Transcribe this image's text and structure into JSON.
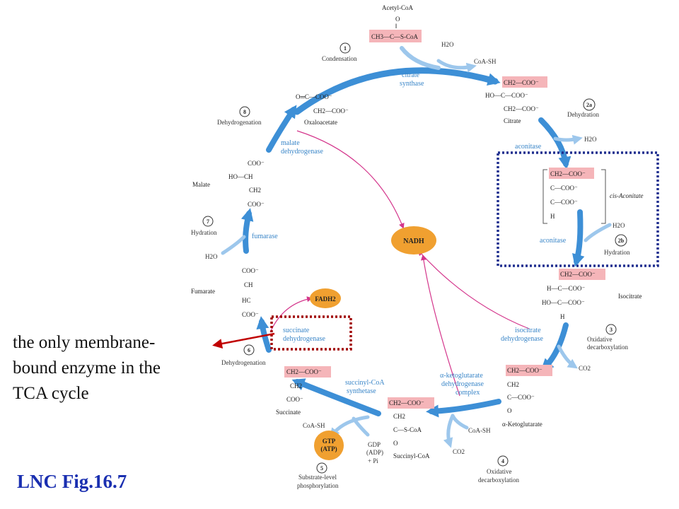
{
  "colors": {
    "arrow_blue": "#3d8fd6",
    "arrow_light": "#9dc7ec",
    "enzyme_text": "#3a86c8",
    "highlight": "#f5b5b9",
    "product": "#f0a030",
    "magenta": "#d4368c",
    "dotted_blue": "#1f2f8f",
    "dotted_red": "#a00000",
    "callout": "#c00000",
    "fig_label": "#1a2fb0"
  },
  "annotation": {
    "line1": "the only membrane-",
    "line2": "bound enzyme in the",
    "line3": "TCA cycle"
  },
  "figure_label": "LNC Fig.16.7",
  "products": {
    "nadh": "NADH",
    "fadh2": "FADH2",
    "gtp1": "GTP",
    "gtp2": "(ATP)"
  },
  "steps": {
    "s1": {
      "num": "1",
      "name": "Condensation",
      "enzyme1": "citrate",
      "enzyme2": "synthase"
    },
    "s2a": {
      "num": "2a",
      "name": "Dehydration",
      "enzyme1": "aconitase"
    },
    "s2b": {
      "num": "2b",
      "name": "Hydration",
      "enzyme1": "aconitase"
    },
    "s3": {
      "num": "3",
      "name1": "Oxidative",
      "name2": "decarboxylation",
      "enzyme1": "isocitrate",
      "enzyme2": "dehydrogenase"
    },
    "s4": {
      "num": "4",
      "name1": "Oxidative",
      "name2": "decarboxylation",
      "enzyme1": "α-ketoglutarate",
      "enzyme2": "dehydrogenase",
      "enzyme3": "complex"
    },
    "s5": {
      "num": "5",
      "name1": "Substrate-level",
      "name2": "phosphorylation",
      "enzyme1": "succinyl-CoA",
      "enzyme2": "synthetase"
    },
    "s6": {
      "num": "6",
      "name": "Dehydrogenation",
      "enzyme1": "succinate",
      "enzyme2": "dehydrogenase"
    },
    "s7": {
      "num": "7",
      "name": "Hydration",
      "enzyme1": "fumarase"
    },
    "s8": {
      "num": "8",
      "name": "Dehydrogenation",
      "enzyme1": "malate",
      "enzyme2": "dehydrogenase"
    }
  },
  "side": {
    "h2o_1": "H2O",
    "coash_1": "CoA-SH",
    "h2o_2a": "H2O",
    "h2o_2b": "H2O",
    "co2_3": "CO2",
    "coash_4": "CoA-SH",
    "co2_4": "CO2",
    "coash_5": "CoA-SH",
    "gdp1": "GDP",
    "gdp2": "(ADP)",
    "gdp3": "+ Pi",
    "h2o_7": "H2O"
  },
  "molecules": {
    "acetylcoa": {
      "name": "Acetyl-CoA",
      "l1": "O",
      "l2": "‖",
      "l3": "CH3—C—S-CoA"
    },
    "citrate": {
      "name": "Citrate",
      "l1": "CH2—COO⁻",
      "l2": "HO—C—COO⁻",
      "l3": "CH2—COO⁻"
    },
    "cisaconitate": {
      "name": "cis-Aconitate",
      "l1": "CH2—COO⁻",
      "l2": "C—COO⁻",
      "l3": "C—COO⁻",
      "l4": "H"
    },
    "isocitrate": {
      "name": "Isocitrate",
      "l1": "CH2—COO⁻",
      "l2": "H—C—COO⁻",
      "l3": "HO—C—COO⁻",
      "l4": "H"
    },
    "akg": {
      "name": "α-Ketoglutarate",
      "l1": "CH2—COO⁻",
      "l2": "CH2",
      "l3": "C—COO⁻",
      "l4": "O"
    },
    "succinylcoa": {
      "name": "Succinyl-CoA",
      "l1": "CH2—COO⁻",
      "l2": "CH2",
      "l3": "C—S-CoA",
      "l4": "O"
    },
    "succinate": {
      "name": "Succinate",
      "l1": "CH2—COO⁻",
      "l2": "CH2",
      "l3": "COO⁻"
    },
    "fumarate": {
      "name": "Fumarate",
      "l1": "COO⁻",
      "l2": "CH",
      "l3": "HC",
      "l4": "COO⁻"
    },
    "malate": {
      "name": "Malate",
      "l1": "COO⁻",
      "l2": "HO—CH",
      "l3": "CH2",
      "l4": "COO⁻"
    },
    "oxaloacetate": {
      "name": "Oxaloacetate",
      "l1": "O═C—COO⁻",
      "l2": "CH2—COO⁻"
    }
  }
}
